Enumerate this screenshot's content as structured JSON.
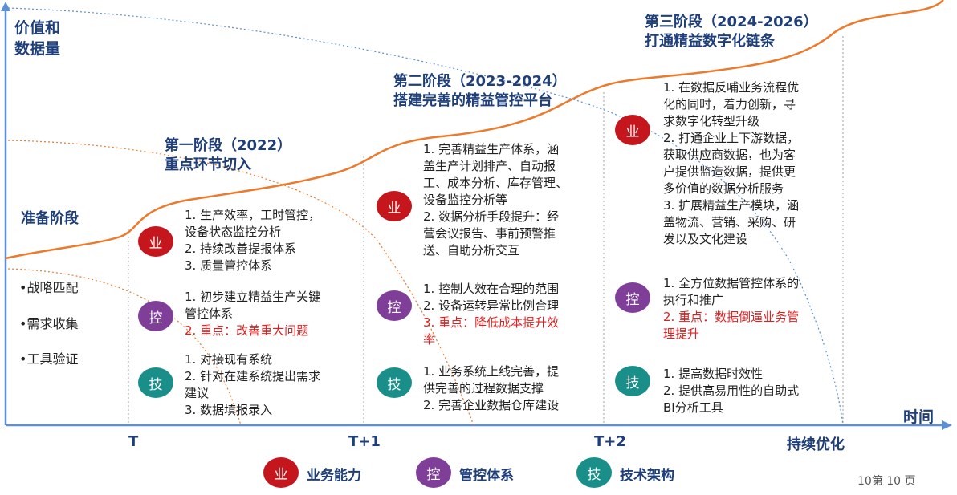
{
  "axes": {
    "y_label_line1": "价值和",
    "y_label_line2": "数据量",
    "x_label": "时间",
    "ticks": [
      "T",
      "T+1",
      "T+2",
      "持续优化"
    ]
  },
  "prep": {
    "title": "准备阶段",
    "items": [
      "•战略匹配",
      "•需求收集",
      "•工具验证"
    ]
  },
  "stages": [
    {
      "title_line1": "第一阶段（2022）",
      "title_line2": "重点环节切入",
      "ye": [
        "1. 生产效率，工时管控，",
        "设备状态监控分析",
        "2. 持续改善提报体系",
        "3. 质量管控体系"
      ],
      "kong": [
        "1. 初步建立精益生产关键",
        "管控体系",
        "2. 重点：改善重大问题"
      ],
      "ji": [
        "1. 对接现有系统",
        "2. 针对在建系统提出需求",
        "建议",
        "3. 数据填报录入"
      ]
    },
    {
      "title_line1": "第二阶段（2023-2024）",
      "title_line2": "搭建完善的精益管控平台",
      "ye": [
        "1. 完善精益生产体系，涵",
        "盖生产计划排产、自动报",
        "工、成本分析、库存管理、",
        "设备监控分析等",
        "2. 数据分析手段提升：经",
        "营会议报告、事前预警推",
        "送、自助分析交互"
      ],
      "kong": [
        "1. 控制人效在合理的范围",
        "2. 设备运转异常比例合理",
        "3. 重点：降低成本提升效",
        "率"
      ],
      "ji": [
        "1. 业务系统上线完善，提",
        "供完善的过程数据支撑",
        "2. 完善企业数据仓库建设"
      ]
    },
    {
      "title_line1": "第三阶段（2024-2026）",
      "title_line2": "打通精益数字化链条",
      "ye": [
        "1. 在数据反哺业务流程优",
        "化的同时，着力创新，寻",
        "求数字化转型升级",
        "2. 打通企业上下游数据，",
        "获取供应商数据，也为客",
        "户提供监造数据，提供更",
        "多价值的数据分析服务",
        "3. 扩展精益生产模块，涵",
        "盖物流、营销、采购、研",
        "发以及文化建设"
      ],
      "kong": [
        "1. 全方位数据管控体系的",
        "执行和推广",
        "2. 重点：数据倒逼业务管",
        "理提升"
      ],
      "ji": [
        "1. 提高数据时效性",
        "2. 提供高易用性的自助式",
        "BI分析工具"
      ]
    }
  ],
  "badges": {
    "ye": "业",
    "kong": "控",
    "ji": "技"
  },
  "legend": [
    {
      "badge": "业",
      "label": "业务能力"
    },
    {
      "badge": "控",
      "label": "管控体系"
    },
    {
      "badge": "技",
      "label": "技术架构"
    }
  ],
  "page_number": "10第 10 页",
  "colors": {
    "axis": "#5b8fd6",
    "curve": "#ec7a2c",
    "ye": "#c4161c",
    "kong": "#7f3f98",
    "ji": "#1a8f8a",
    "title": "#1f3f7a",
    "emphasis": "#e02020"
  }
}
